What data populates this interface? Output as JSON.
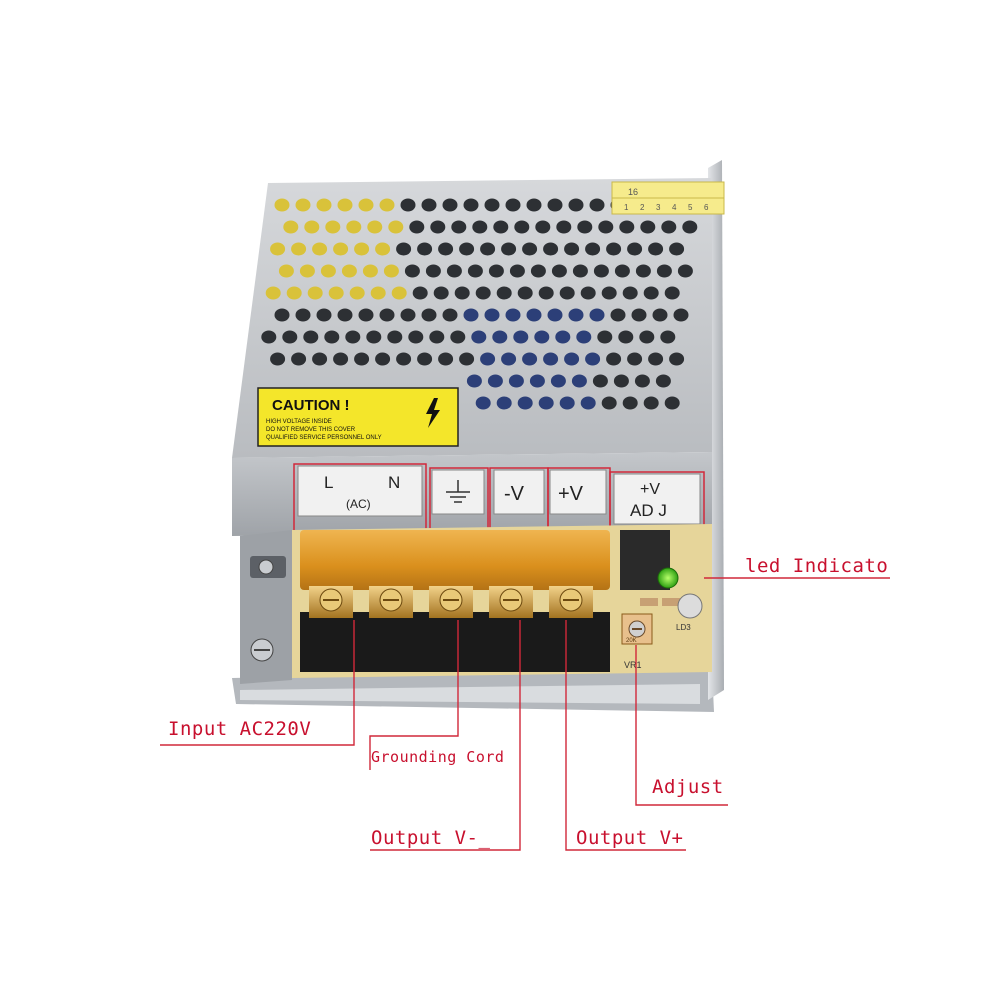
{
  "product": {
    "caution_title": "CAUTION !",
    "caution_lines": [
      "HIGH VOLTAGE INSIDE",
      "DO NOT REMOVE THIS COVER",
      "QUALIFIED SERVICE PERSONNEL ONLY"
    ],
    "sticker_top": "16",
    "sticker_numbers": [
      "1",
      "2",
      "3",
      "4",
      "5",
      "6"
    ],
    "terminal_labels": {
      "l": "L",
      "n": "N",
      "ac": "(AC)",
      "minus_v": "-V",
      "plus_v": "+V",
      "adj_top": "+V",
      "adj_bottom": "AD J"
    },
    "pcb_labels": {
      "vr": "VR1",
      "led": "LD3",
      "pot": "20K"
    }
  },
  "callouts": {
    "input": "Input AC220V",
    "grounding": "Grounding Cord",
    "output_minus": "Output V-_",
    "output_plus": "Output V+",
    "adjust": "Adjust",
    "led": "led Indicato"
  },
  "colors": {
    "callout_red": "#c8102e",
    "caution_yellow": "#f4e62a",
    "metal": "#c9ccd0",
    "terminal_cover": "#e39a1f",
    "pcb": "#e6d59a"
  }
}
